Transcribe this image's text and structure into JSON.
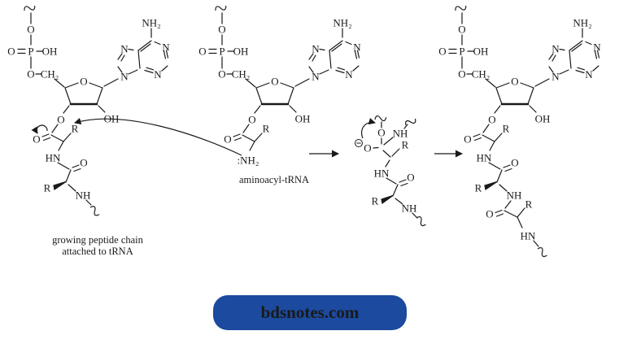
{
  "labels": {
    "nh2": "NH₂",
    "n": "N",
    "o": "O",
    "p": "P",
    "oh": "OH",
    "ch2": "CH₂",
    "r": "R",
    "hn": "HN",
    "nh": "NH",
    "amine": ":NH₂"
  },
  "captions": {
    "left_line1": "growing peptide chain",
    "left_line2": "attached to tRNA",
    "middle": "aminoacyl-tRNA"
  },
  "badge": {
    "label": "bdsnotes.com",
    "background": "#1b4a9e",
    "text_color": "#ffffff"
  },
  "colors": {
    "structure": "#1a1a1a",
    "background": "#ffffff"
  }
}
